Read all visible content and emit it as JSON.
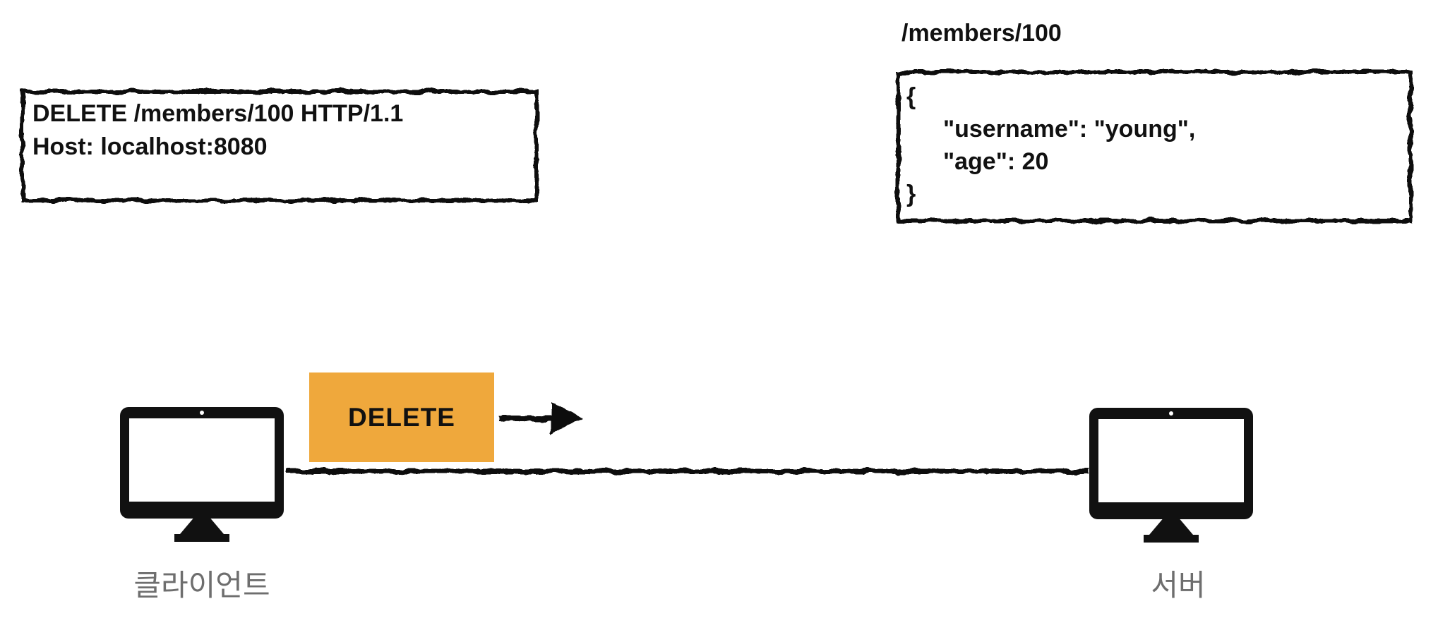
{
  "diagram": {
    "request": {
      "line1": "DELETE /members/100 HTTP/1.1",
      "line2": "Host: localhost:8080"
    },
    "resource": {
      "path": "/members/100",
      "json": [
        "{",
        "\"username\": \"young\",",
        "\"age\": 20",
        "}"
      ]
    },
    "message": {
      "method": "DELETE"
    },
    "client": {
      "label": "클라이언트",
      "icon": "desktop-monitor-icon"
    },
    "server": {
      "label": "서버",
      "icon": "desktop-monitor-icon"
    },
    "colors": {
      "method_box_bg": "#EFA83C",
      "node_label": "#6E6E6E",
      "ink": "#111111"
    }
  }
}
